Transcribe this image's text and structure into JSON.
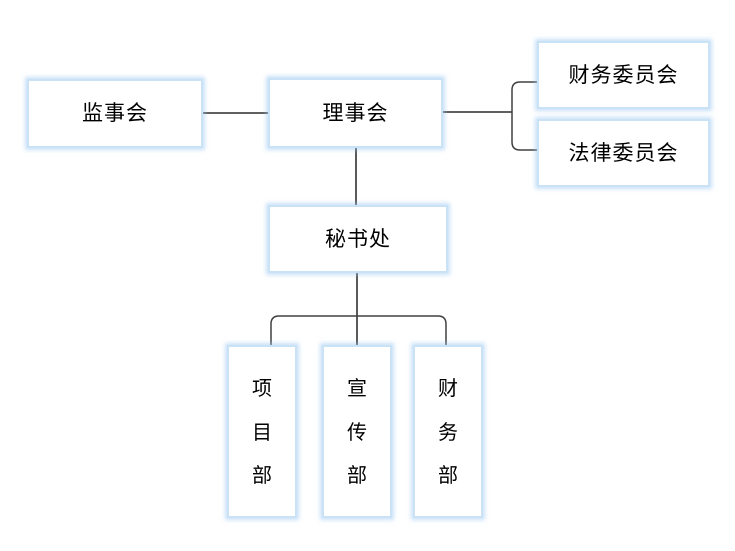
{
  "diagram": {
    "type": "org-chart",
    "nodes": {
      "supervisory_board": {
        "label": "监事会"
      },
      "council": {
        "label": "理事会"
      },
      "finance_committee": {
        "label": "财务委员会"
      },
      "legal_committee": {
        "label": "法律委员会"
      },
      "secretariat": {
        "label": "秘书处"
      },
      "project_dept": {
        "label": "项目部",
        "chars": [
          "项",
          "目",
          "部"
        ]
      },
      "publicity_dept": {
        "label": "宣传部",
        "chars": [
          "宣",
          "传",
          "部"
        ]
      },
      "finance_dept": {
        "label": "财务部",
        "chars": [
          "财",
          "务",
          "部"
        ]
      }
    },
    "edges": [
      "supervisory_board-council",
      "council-finance_committee",
      "council-legal_committee",
      "council-secretariat",
      "secretariat-project_dept",
      "secretariat-publicity_dept",
      "secretariat-finance_dept"
    ],
    "colors": {
      "box_background": "#ffffff",
      "box_border": "#c9e2f6",
      "box_glow": "#9ec9f3",
      "straight_line": "#000000",
      "curved_line": "#404040",
      "text": "#000000"
    }
  }
}
